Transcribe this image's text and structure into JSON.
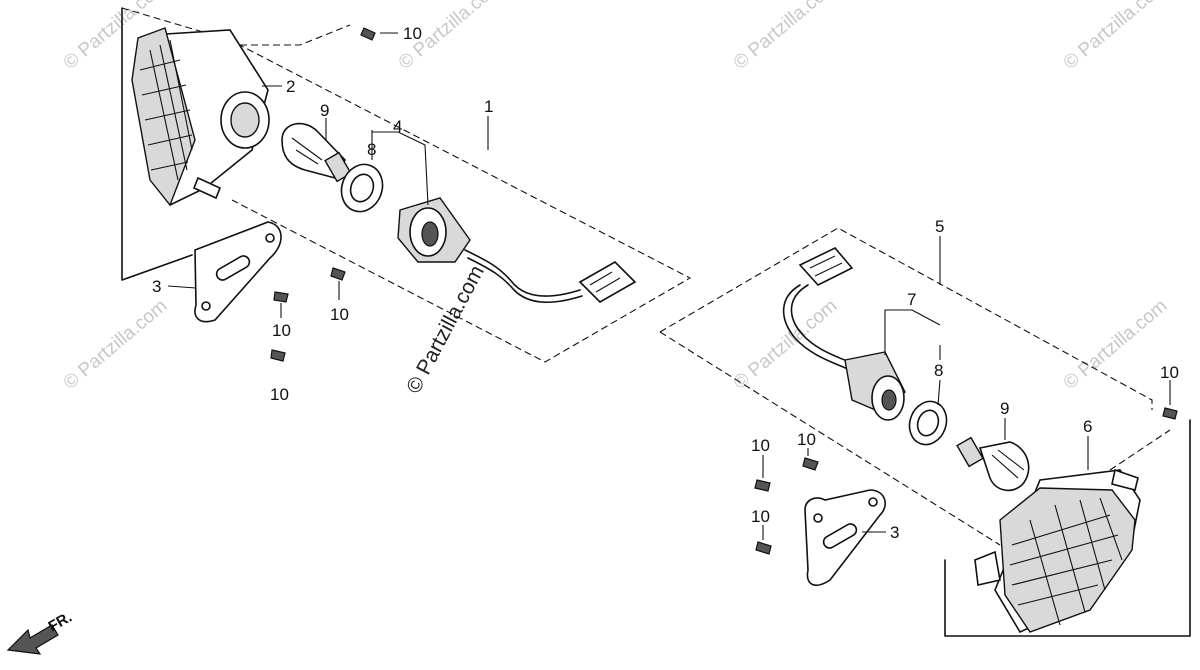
{
  "callouts": {
    "c1": "1",
    "c2": "2",
    "c3_left": "3",
    "c4": "4",
    "c8_left": "8",
    "c9_left": "9",
    "c10_top": "10",
    "c10_a": "10",
    "c10_b": "10",
    "c10_c": "10",
    "c5": "5",
    "c6": "6",
    "c7": "7",
    "c8_right": "8",
    "c9_right": "9",
    "c10_right_top": "10",
    "c10_r1": "10",
    "c10_r2": "10",
    "c10_r3": "10",
    "c3_right": "3"
  },
  "watermark": {
    "main": "© Partzilla.com",
    "faint": "© Partzilla.com"
  },
  "front_arrow": {
    "label": "FR."
  },
  "icons": {
    "front_arrow": "direction-arrow-icon"
  }
}
